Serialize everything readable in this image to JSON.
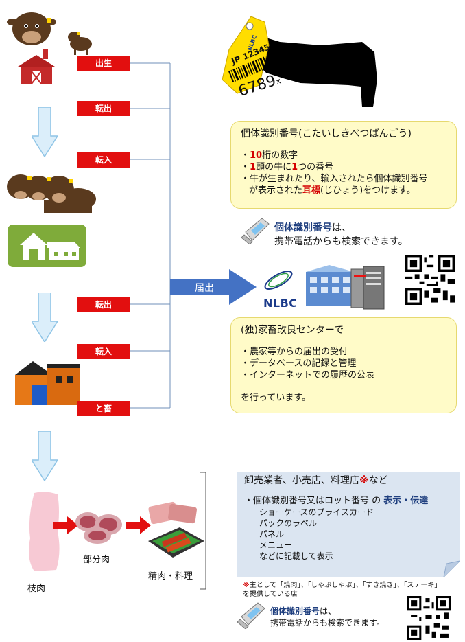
{
  "flow_labels": {
    "birth": "出生",
    "transfer_out_1": "転出",
    "transfer_in_1": "転入",
    "transfer_out_2": "転出",
    "transfer_in_2": "転入",
    "slaughter": "と畜",
    "report": "届出"
  },
  "ear_tag": {
    "logo": "NLBC",
    "jp_number": "JP 12345",
    "big_number": "6789",
    "suffix": "x"
  },
  "id_box": {
    "title": "個体識別番号(こたいしきべつばんごう)",
    "line1_num": "10",
    "line1_rest": "桁の数字",
    "line2_a": "1",
    "line2_b": "頭の牛に",
    "line2_c": "1",
    "line2_d": "つの番号",
    "line3": "牛が生まれたり、輸入されたら個体識別番号",
    "line4_a": "が表示された",
    "line4_b": "耳標",
    "line4_c": "(じひょう)をつけます。"
  },
  "phone_note_1": {
    "bold": "個体識別番号",
    "rest": "は、",
    "line2": "携帯電話からも検索できます。"
  },
  "center": {
    "logo": "NLBC",
    "title": "(独)家畜改良センターで",
    "items": [
      "農家等からの届出の受付",
      "データベースの記録と管理",
      "インターネットでの履歴の公表"
    ],
    "footer": "を行っています。"
  },
  "retail_box": {
    "title_a": "卸売業者、小売店、料理店",
    "title_mark": "※",
    "title_b": "など",
    "bullet_a": "・個体識別番号又はロット番号 の ",
    "bullet_b": "表示・伝達",
    "subitems": [
      "ショーケースのプライスカード",
      "パックのラベル",
      "パネル",
      "メニュー",
      "などに記載して表示"
    ]
  },
  "footnote": {
    "mark": "※",
    "line1": "主として「焼肉」、「しゃぶしゃぶ」、「すき焼き」、「ステーキ」",
    "line2": "を提供している店"
  },
  "phone_note_2": {
    "bold": "個体識別番号",
    "rest": "は、",
    "line2": "携帯電話からも検索できます。"
  },
  "products": {
    "carcass": "枝肉",
    "cuts": "部分肉",
    "meat": "精肉・料理"
  },
  "colors": {
    "label_red": "#e20f0f",
    "arrow_blue": "#4472c4",
    "yellow_box": "#fffbc8",
    "retail_box": "#dbe5f1"
  }
}
